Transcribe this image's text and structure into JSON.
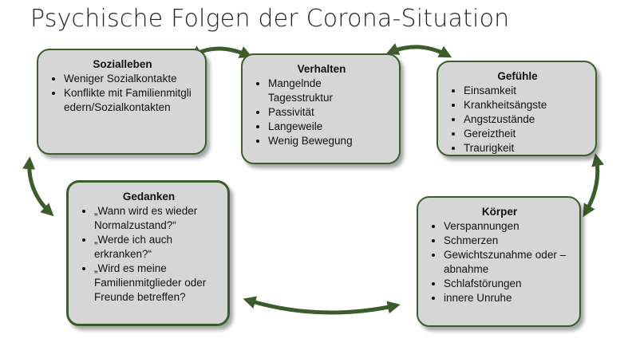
{
  "title": "Psychische Folgen der Corona-Situation",
  "colors": {
    "box_fill": "#d6d6d6",
    "border": "#3b5d2c",
    "arrow": "#3b5d2c"
  },
  "boxes": {
    "sozialleben": {
      "heading": "Sozialleben",
      "items": [
        "Weniger Sozialkontakte",
        "Konflikte mit Familienmitgliedern/Sozialkontakten"
      ]
    },
    "verhalten": {
      "heading": "Verhalten",
      "items": [
        "Mangelnde Tagesstruktur",
        "Passivität",
        "Langeweile",
        "Wenig Bewegung"
      ]
    },
    "gefuehle": {
      "heading": "Gefühle",
      "items": [
        "Einsamkeit",
        "Krankheitsängste",
        "Angstzustände",
        "Gereiztheit",
        "Traurigkeit"
      ]
    },
    "gedanken": {
      "heading": "Gedanken",
      "items": [
        "„Wann wird es wieder Normalzustand?“",
        "„Werde ich auch erkranken?“",
        "„Wird es meine Familienmitglieder oder Freunde betreffen?"
      ]
    },
    "koerper": {
      "heading": "Körper",
      "items": [
        "Verspannungen",
        "Schmerzen",
        "Gewichtszunahme oder –abnahme",
        "Schlafstörungen",
        "innere Unruhe"
      ]
    }
  }
}
